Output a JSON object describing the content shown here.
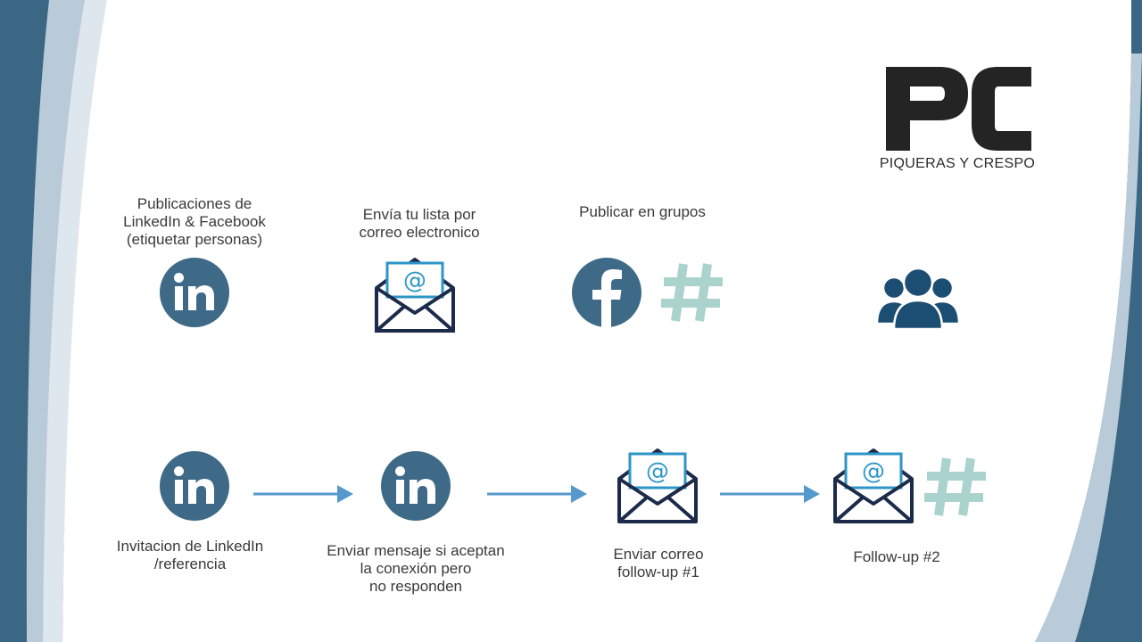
{
  "brand": {
    "logo_text": "PC",
    "name": "PIQUERAS Y CRESPO"
  },
  "top_row": {
    "item1": {
      "label": "Publicaciones de\nLinkedIn & Facebook\n(etiquetar personas)",
      "icon": "linkedin-icon"
    },
    "item2": {
      "label": "Envía tu lista por\ncorreo electronico",
      "icon": "email-icon"
    },
    "item3": {
      "label": "Publicar en grupos",
      "icons": [
        "facebook-icon",
        "hashtag-icon"
      ]
    },
    "item4": {
      "icon": "group-icon"
    }
  },
  "bottom_row": {
    "step1": {
      "label": "Invitacion de LinkedIn\n/referencia",
      "icon": "linkedin-icon"
    },
    "step2": {
      "label": "Enviar mensaje si aceptan\nla conexión pero\nno responden",
      "icon": "linkedin-icon"
    },
    "step3": {
      "label": "Enviar correo\nfollow-up #1",
      "icon": "email-icon"
    },
    "step4": {
      "label": "Follow-up #2",
      "icons": [
        "email-icon",
        "hashtag-icon"
      ]
    }
  },
  "colors": {
    "icon_blue": "#3e6a88",
    "email_navy": "#1c2b4a",
    "email_accent": "#2d96c7",
    "hashtag": "#a9d3cc",
    "arrow": "#5599cc",
    "group": "#1c4d73",
    "frame_dark": "#3c6784",
    "frame_light": "#b9cbd8"
  }
}
